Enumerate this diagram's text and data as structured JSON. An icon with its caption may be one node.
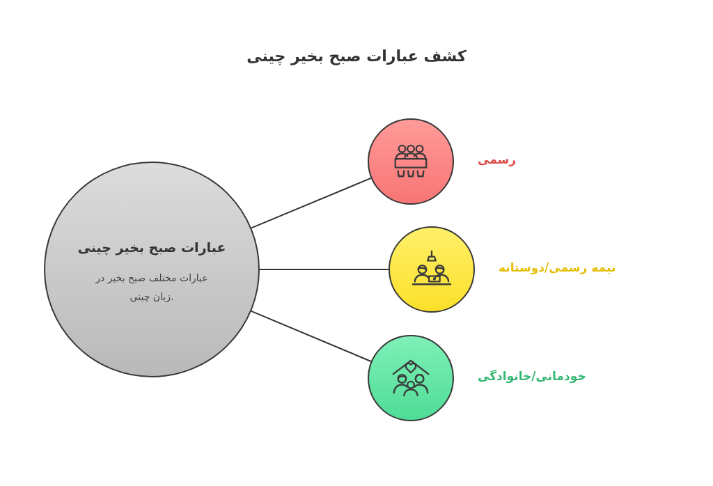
{
  "diagram": {
    "title": "کشف عبارات صبح بخیر چینی",
    "nodes": [
      {
        "text": [
          "عبارات صبح بخیر چینی",
          "عبارات مختلف صبح بخیر در زبان چینی."
        ]
      },
      {
        "text": [
          "رسمی"
        ]
      },
      {
        "text": [
          "نیمه رسمی/دوستانه"
        ]
      },
      {
        "text": [
          "خودمانی/خانوادگی"
        ]
      }
    ],
    "edges": [
      {
        "from": 0,
        "to": 1,
        "arrow": "none"
      },
      {
        "from": 0,
        "to": 2,
        "arrow": "none"
      },
      {
        "from": 0,
        "to": 3,
        "arrow": "none"
      }
    ]
  }
}
